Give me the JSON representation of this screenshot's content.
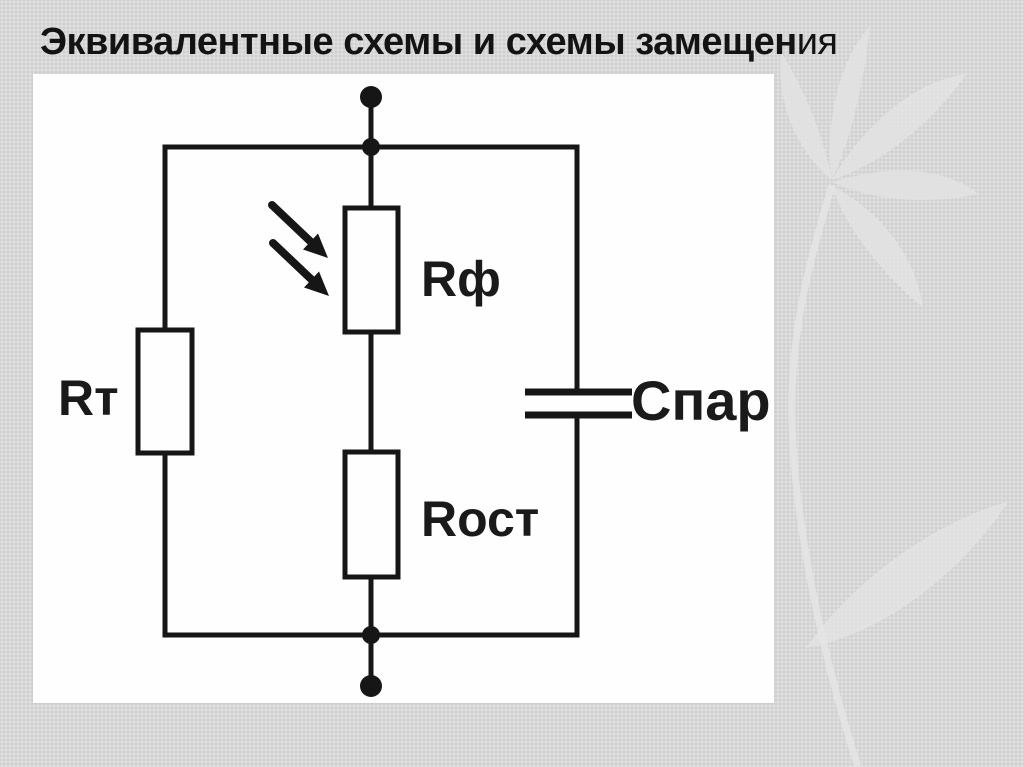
{
  "slide": {
    "title_main": "Эквивалентные схемы и схемы замещен",
    "title_tail": "ия"
  },
  "circuit": {
    "labels": {
      "thermistor": "Rт",
      "photoresistor": "Rф",
      "residual_resistor": "Rост",
      "parasitic_capacitor": "Спар"
    },
    "icons": {
      "incident_light_arrows": "↘↘"
    },
    "colors": {
      "background": "#d7d7d7",
      "panel": "#fefefe",
      "line": "#161616",
      "watermark": "#e3e3e3",
      "title_text": "#131313"
    }
  }
}
